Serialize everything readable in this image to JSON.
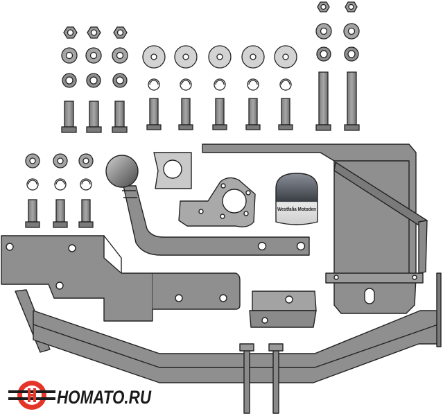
{
  "brand": {
    "name": "HOMATO.RU",
    "colors": {
      "red": "#e53528",
      "dark": "#1a1a1a"
    }
  },
  "cap_label": "Westfalia Motoden",
  "palette": {
    "steel": "#8e8e8e",
    "steel_light": "#b5b5b5",
    "steel_dark": "#5a5a5a",
    "washer_zinc": "#d3d3d3",
    "outline": "#222222"
  },
  "hardware": {
    "long_bolt_sets": 2,
    "medium_bolt_sets": 3,
    "zinc_washer_sets": 5,
    "small_bolt_sets": 3
  }
}
